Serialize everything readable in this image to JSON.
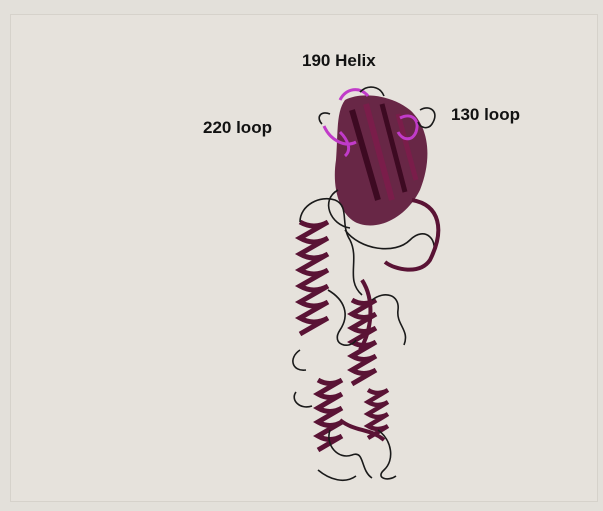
{
  "image": {
    "subject": "protein ribbon structure",
    "background_color": "#e6e2dc",
    "ribbon_color": "#5a1335",
    "highlight_color": "#c13bc9"
  },
  "labels": {
    "helix_190": "190 Helix",
    "loop_220": "220 loop",
    "loop_130": "130  loop"
  }
}
